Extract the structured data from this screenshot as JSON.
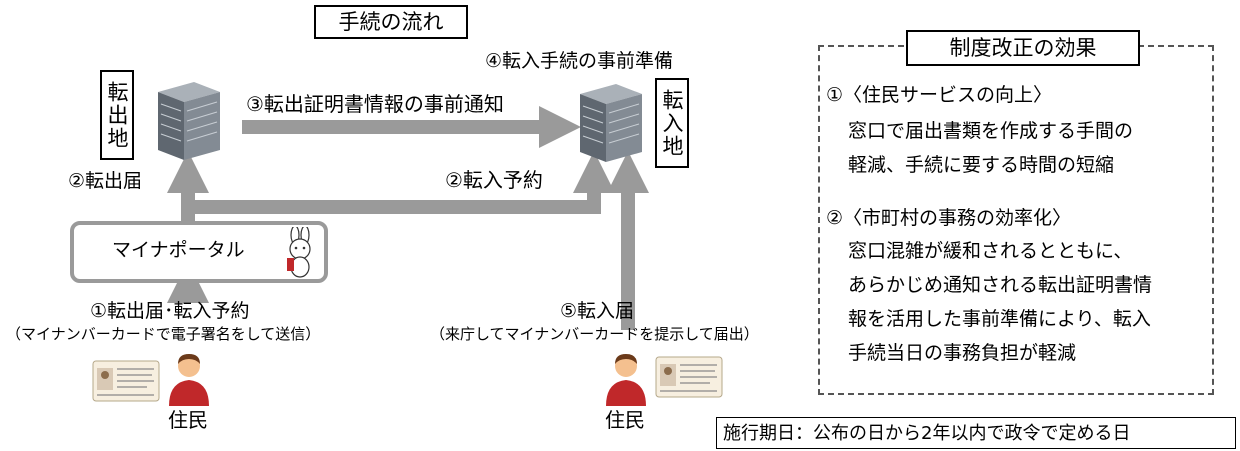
{
  "title": "手続の流れ",
  "origin": {
    "label": "転出地"
  },
  "destination": {
    "label": "転入地"
  },
  "steps": {
    "move_out_notice": "②転出届",
    "prior_notification": "③転出証明書情報の事前通知",
    "move_in_reservation": "②転入予約",
    "prior_preparation": "④転入手続の事前準備",
    "online_application": "①転出届･転入予約",
    "online_application_note": "（マイナンバーカードで電子署名をして送信）",
    "move_in_notice": "⑤転入届",
    "move_in_notice_note": "（来庁してマイナンバーカードを提示して届出）"
  },
  "portal": {
    "label": "マイナポータル"
  },
  "residents": {
    "left": "住民",
    "right": "住民"
  },
  "effects": {
    "heading": "制度改正の効果",
    "items": [
      {
        "title": "①〈住民サービスの向上〉",
        "lines": [
          "窓口で届出書類を作成する手間の",
          "軽減、手続に要する時間の短縮"
        ]
      },
      {
        "title": "②〈市町村の事務の効率化〉",
        "lines": [
          "窓口混雑が緩和されるとともに、",
          "あらかじめ通知される転出証明書情",
          "報を活用した事前準備により、転入",
          "手続当日の事務負担が軽減"
        ]
      }
    ]
  },
  "effective_date": "施行期日：公布の日から2年以内で政令で定める日",
  "colors": {
    "arrow": "#9a9a9a",
    "building": "#6f7780",
    "resident_shirt": "#c0282a",
    "resident_skin": "#f4c08f"
  }
}
